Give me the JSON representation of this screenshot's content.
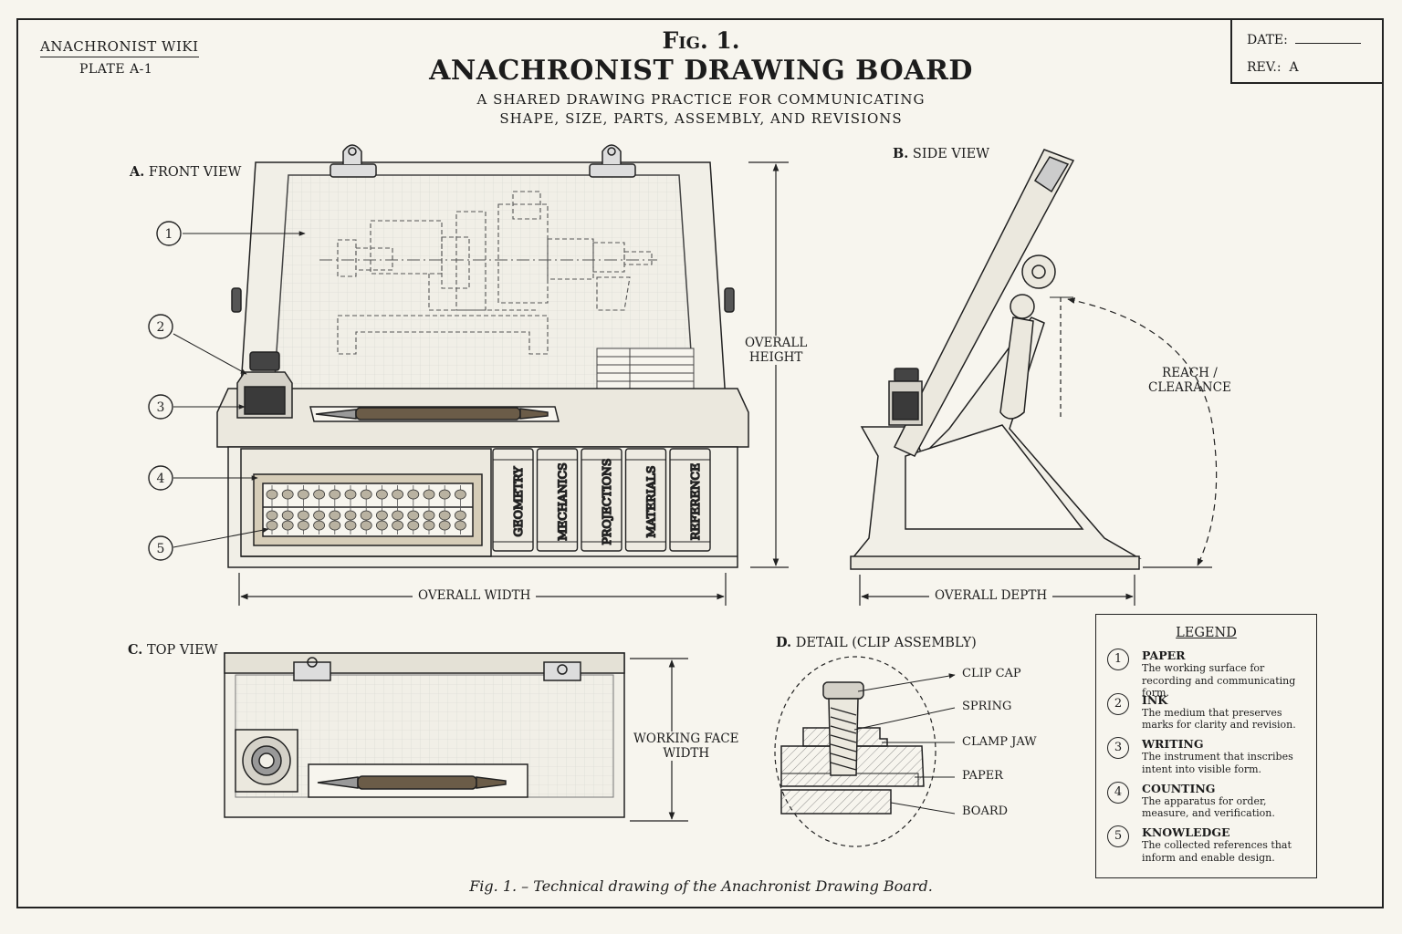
{
  "header": {
    "wiki": "ANACHRONIST WIKI",
    "plate": "PLATE A-1",
    "fig_no": "Fig. 1.",
    "title": "ANACHRONIST DRAWING BOARD",
    "subtitle_line1": "A SHARED DRAWING PRACTICE FOR COMMUNICATING",
    "subtitle_line2": "SHAPE, SIZE, PARTS, ASSEMBLY, AND REVISIONS"
  },
  "revision_block": {
    "date_label": "DATE:",
    "rev_label": "REV.:",
    "rev_value": "A"
  },
  "views": {
    "front": {
      "label_letter": "A.",
      "label": "FRONT VIEW",
      "callouts": [
        "1",
        "2",
        "3",
        "4",
        "5"
      ],
      "books": [
        "GEOMETRY",
        "MECHANICS",
        "PROJECTIONS",
        "MATERIALS",
        "REFERENCE"
      ],
      "height_label": [
        "OVERALL",
        "HEIGHT"
      ],
      "width_label": "OVERALL WIDTH"
    },
    "side": {
      "label_letter": "B.",
      "label": "SIDE VIEW",
      "reach_label": [
        "REACH /",
        "CLEARANCE"
      ],
      "depth_label": "OVERALL DEPTH"
    },
    "top": {
      "label_letter": "C.",
      "label": "TOP VIEW",
      "width_label": [
        "WORKING FACE",
        "WIDTH"
      ]
    },
    "detail": {
      "label_letter": "D.",
      "label": "DETAIL (CLIP ASSEMBLY)",
      "parts": [
        "CLIP CAP",
        "SPRING",
        "CLAMP JAW",
        "PAPER",
        "BOARD"
      ]
    }
  },
  "legend": {
    "title": "LEGEND",
    "items": [
      {
        "num": "1",
        "name": "PAPER",
        "desc": "The working surface for recording and communicating form."
      },
      {
        "num": "2",
        "name": "INK",
        "desc": "The medium that preserves marks for clarity and revision."
      },
      {
        "num": "3",
        "name": "WRITING",
        "desc": "The instrument that inscribes intent into visible form."
      },
      {
        "num": "4",
        "name": "COUNTING",
        "desc": "The apparatus for order, measure, and verification."
      },
      {
        "num": "5",
        "name": "KNOWLEDGE",
        "desc": "The collected references that inform and enable design."
      }
    ]
  },
  "caption": "Fig. 1. – Technical drawing of the Anachronist Drawing Board."
}
